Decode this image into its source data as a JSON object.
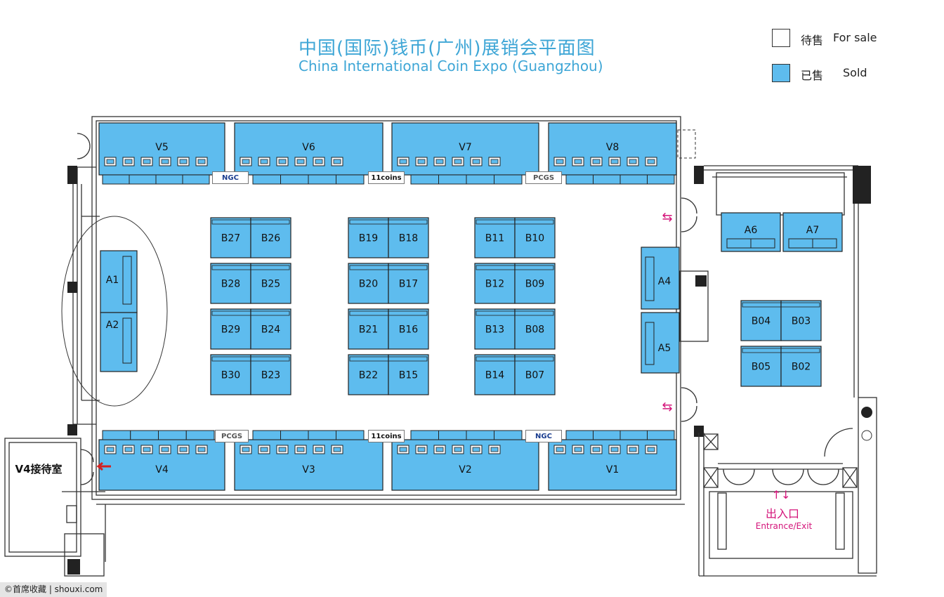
{
  "title": {
    "cn": "中国(国际)钱币(广州)展销会平面图",
    "en": "China International Coin Expo (Guangzhou)"
  },
  "legend": [
    {
      "cn": "待售",
      "en": "For sale",
      "color": "#ffffff"
    },
    {
      "cn": "已售",
      "en": "Sold",
      "color": "#5ebcee"
    }
  ],
  "booth_color": "#5ebcee",
  "booths": {
    "vip_top": [
      "V5",
      "V6",
      "V7",
      "V8"
    ],
    "vip_bottom": [
      "V4",
      "V3",
      "V2",
      "V1"
    ],
    "a_left": [
      "A1",
      "A2"
    ],
    "a_right": [
      "A4",
      "A5"
    ],
    "a_lobby": [
      "A6",
      "A7"
    ],
    "b_col1": [
      [
        "B27",
        "B26"
      ],
      [
        "B28",
        "B25"
      ],
      [
        "B29",
        "B24"
      ],
      [
        "B30",
        "B23"
      ]
    ],
    "b_col2": [
      [
        "B19",
        "B18"
      ],
      [
        "B20",
        "B17"
      ],
      [
        "B21",
        "B16"
      ],
      [
        "B22",
        "B15"
      ]
    ],
    "b_col3": [
      [
        "B11",
        "B10"
      ],
      [
        "B12",
        "B09"
      ],
      [
        "B13",
        "B08"
      ],
      [
        "B14",
        "B07"
      ]
    ],
    "b_lobby": [
      [
        "B04",
        "B03"
      ],
      [
        "B05",
        "B02"
      ]
    ]
  },
  "sponsor_logos": {
    "ngc": "NGC",
    "pcgs": "PCGS",
    "coins": "11coins"
  },
  "rooms": {
    "v4_reception": "V4接待室",
    "entrance_cn": "出入口",
    "entrance_en": "Entrance/Exit"
  },
  "arrows": {
    "double": "⇆",
    "updown": "↑↓"
  },
  "watermark": "©首席收藏 | shouxi.com"
}
